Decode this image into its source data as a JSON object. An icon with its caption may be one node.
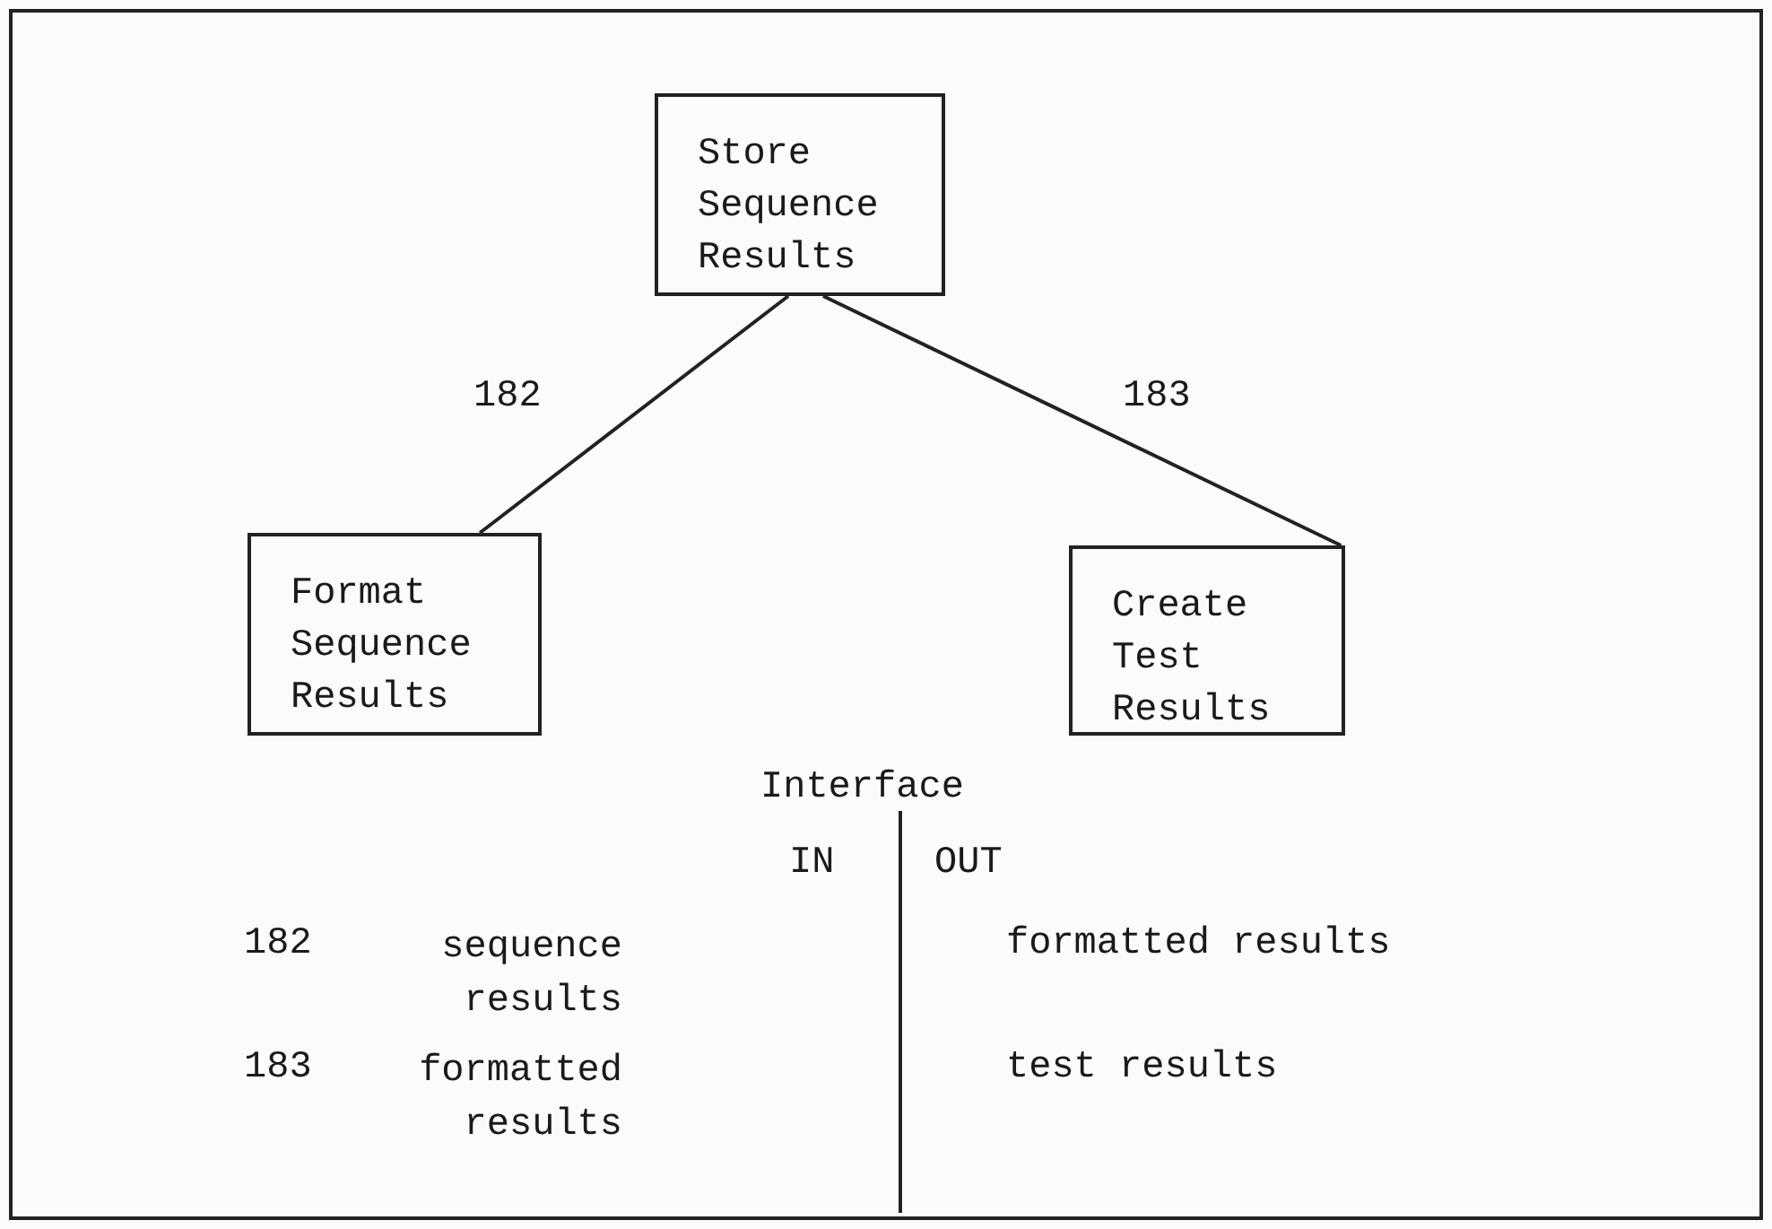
{
  "diagram": {
    "nodes": [
      {
        "text": [
          "Store Sequence Results"
        ]
      },
      {
        "text": [
          "Format Sequence Results"
        ]
      },
      {
        "text": [
          "Create Test Results"
        ]
      }
    ],
    "edges": [
      {
        "from": 0,
        "to": 1,
        "arrow": "none",
        "label": "182"
      },
      {
        "from": 0,
        "to": 2,
        "arrow": "none",
        "label": "183"
      }
    ],
    "labels": [
      "Interface",
      "IN",
      "OUT",
      "182",
      "sequence results",
      "formatted results",
      "183",
      "formatted results",
      "test results"
    ]
  }
}
